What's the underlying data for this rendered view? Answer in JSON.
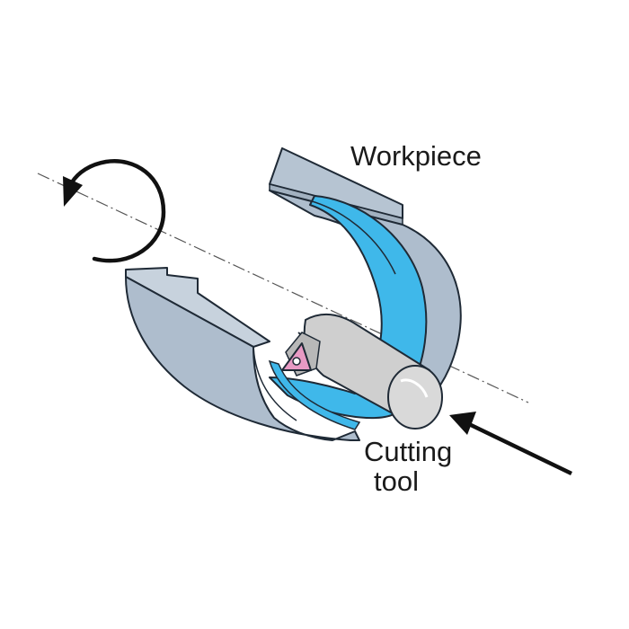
{
  "labels": {
    "workpiece": "Workpiece",
    "cutting_tool_line1": "Cutting",
    "cutting_tool_line2": "tool"
  },
  "colors": {
    "bore_surface": "#3fb8ea",
    "body_gray": "#aebdcd",
    "body_light": "#c9d4de",
    "tool_gray": "#c9c9c9",
    "tool_light": "#e2e2e2",
    "insert_pink": "#e89ac4",
    "outline": "#1f2a36",
    "arrow": "#111111"
  },
  "icons": {
    "rotation": "rotation-arrow-icon",
    "feed": "feed-arrow-icon"
  }
}
